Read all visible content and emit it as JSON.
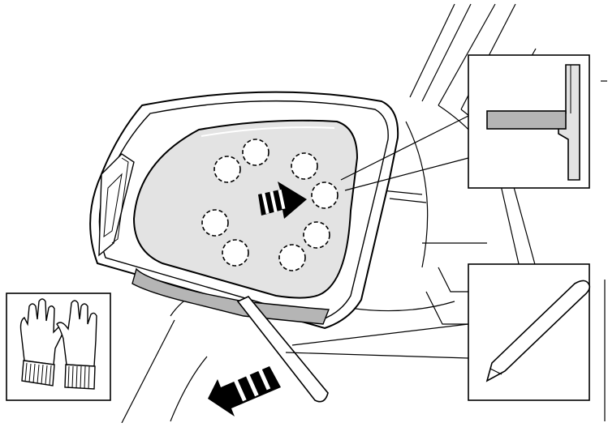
{
  "figure": {
    "kind": "service-illustration",
    "subject": "door-mirror-glass-removal",
    "insets": [
      {
        "id": "clip-detail",
        "icon": "clip-section-icon"
      },
      {
        "id": "remover-tool",
        "icon": "trim-remover-icon"
      },
      {
        "id": "gloves",
        "icon": "gloves-icon"
      }
    ],
    "clip_count": 8,
    "arrows": [
      {
        "id": "push-direction",
        "direction": "right"
      },
      {
        "id": "pull-direction",
        "direction": "down-left"
      }
    ]
  },
  "colors": {
    "line": "#000000",
    "glass": "#e3e3e3",
    "shade": "#b5b5b5",
    "bezel": "#ffffff"
  }
}
